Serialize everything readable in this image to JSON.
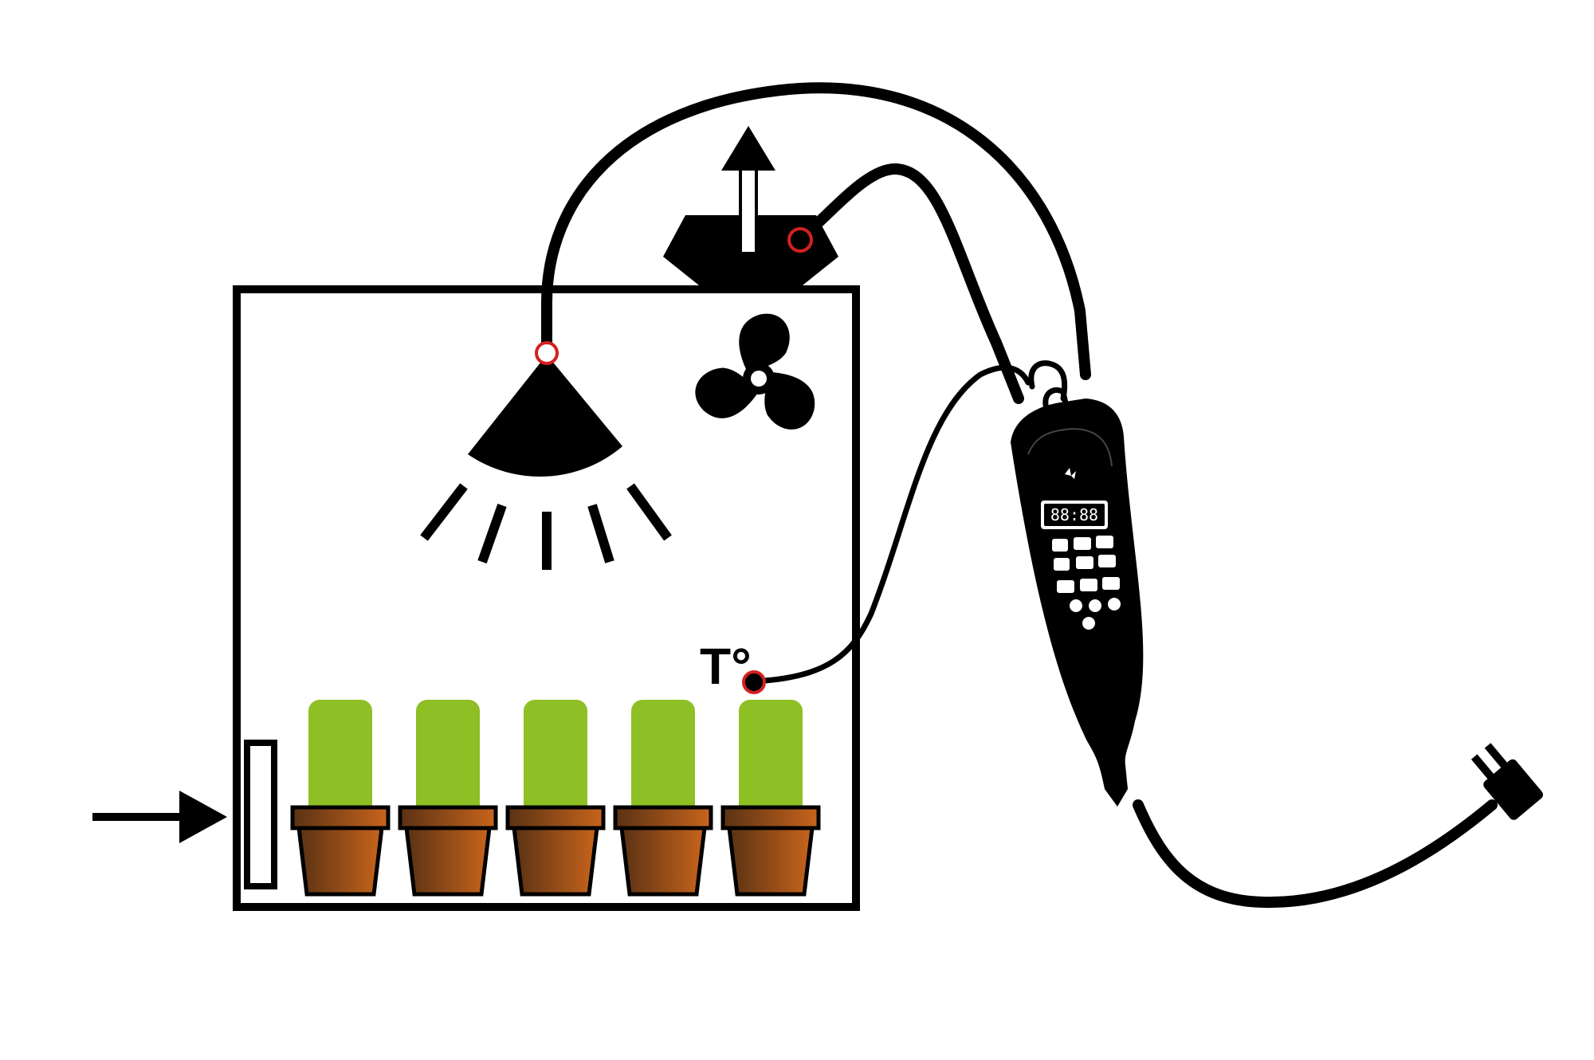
{
  "temperature_label": "T°",
  "controller_display": "88:88",
  "colors": {
    "outline": "#000000",
    "connection_ring": "#d42020",
    "plant": "#8ebf24",
    "pot_light": "#c8641c",
    "pot_dark": "#5a3214",
    "background": "#ffffff"
  },
  "pot_count": 5,
  "icons": [
    "inlet-arrow-icon",
    "exhaust-arrow-icon",
    "fan-icon",
    "lamp-icon",
    "plug-icon",
    "temperature-sensor-icon"
  ]
}
